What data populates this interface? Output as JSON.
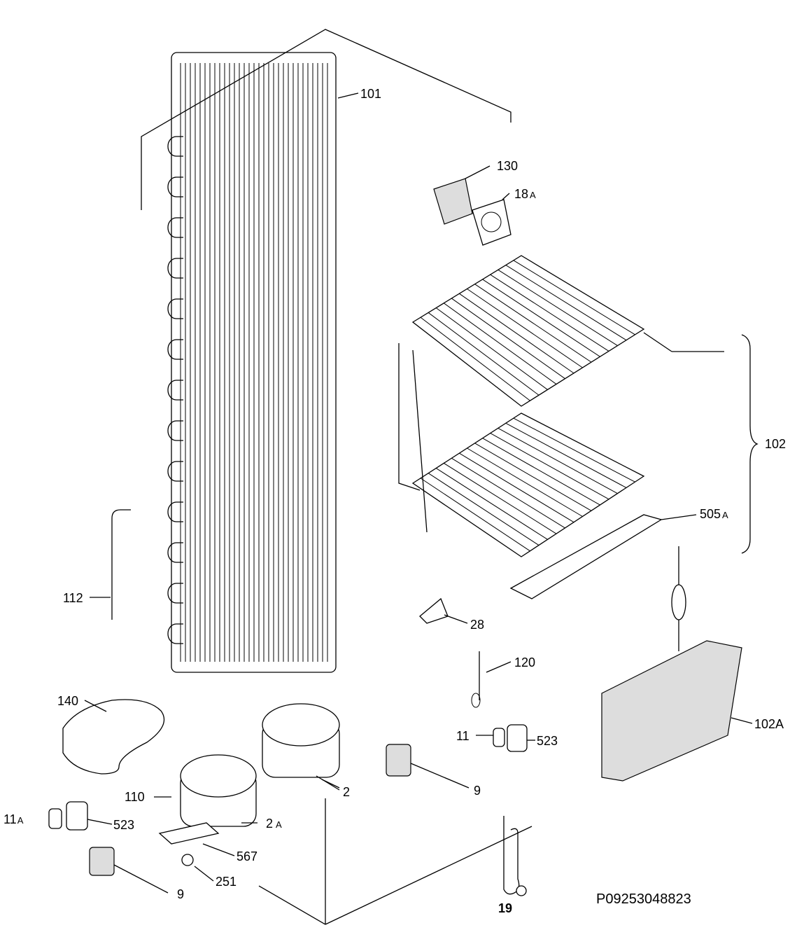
{
  "diagram": {
    "document_code": "P09253048823",
    "callouts": {
      "condenser": "101",
      "fan_cover": "130",
      "fan": "18",
      "fan_suffix": "A",
      "evaporator_group": "102",
      "shelf_rail": "505",
      "shelf_rail_suffix": "A",
      "drain_tube": "112",
      "bracket": "28",
      "sensor": "120",
      "evaporator_coil": "102A",
      "drip_tray": "140",
      "relay_right": "11",
      "overload_right": "523",
      "clamp_right": "9",
      "compressor": "2",
      "pipe": "110",
      "compressor_alt": "2",
      "compressor_alt_suffix": "A",
      "relay_left": "11",
      "relay_left_suffix": "A",
      "overload_left": "523",
      "plate": "567",
      "grommet": "251",
      "clamp_left": "9",
      "heater_cable": "19"
    }
  }
}
